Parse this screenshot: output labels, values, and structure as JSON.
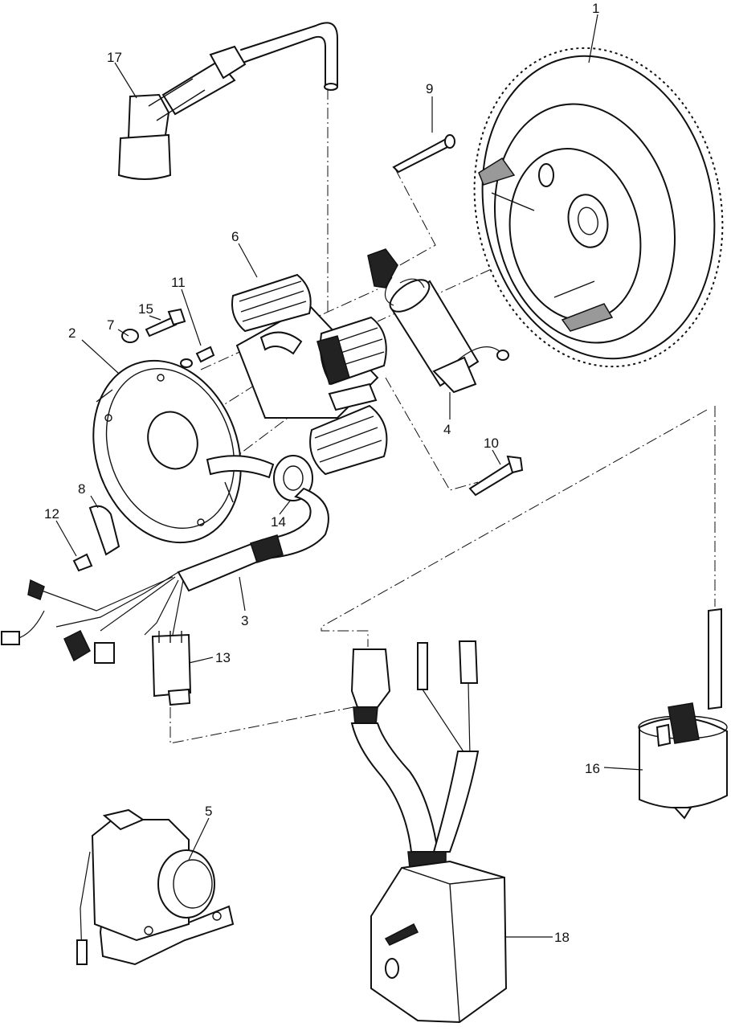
{
  "callouts": [
    {
      "id": "c1",
      "text": "1"
    },
    {
      "id": "c2",
      "text": "2"
    },
    {
      "id": "c3",
      "text": "3"
    },
    {
      "id": "c4",
      "text": "4"
    },
    {
      "id": "c5",
      "text": "5"
    },
    {
      "id": "c6",
      "text": "6"
    },
    {
      "id": "c7",
      "text": "7"
    },
    {
      "id": "c8",
      "text": "8"
    },
    {
      "id": "c9",
      "text": "9"
    },
    {
      "id": "c10",
      "text": "10"
    },
    {
      "id": "c11",
      "text": "11"
    },
    {
      "id": "c12",
      "text": "12"
    },
    {
      "id": "c13",
      "text": "13"
    },
    {
      "id": "c14",
      "text": "14"
    },
    {
      "id": "c15",
      "text": "15"
    },
    {
      "id": "c16",
      "text": "16"
    },
    {
      "id": "c17",
      "text": "17"
    },
    {
      "id": "c18",
      "text": "18"
    }
  ]
}
